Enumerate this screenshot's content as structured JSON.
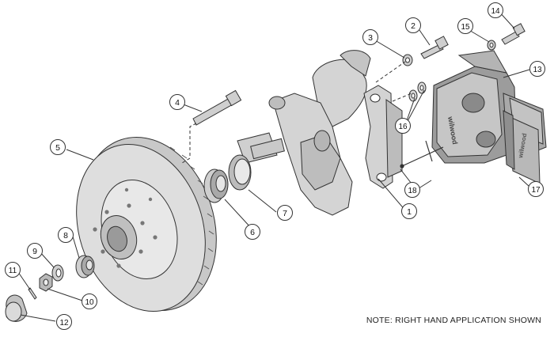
{
  "callouts": [
    {
      "n": "1"
    },
    {
      "n": "2"
    },
    {
      "n": "3"
    },
    {
      "n": "4"
    },
    {
      "n": "5"
    },
    {
      "n": "6"
    },
    {
      "n": "7"
    },
    {
      "n": "8"
    },
    {
      "n": "9"
    },
    {
      "n": "10"
    },
    {
      "n": "11"
    },
    {
      "n": "12"
    },
    {
      "n": "13"
    },
    {
      "n": "14"
    },
    {
      "n": "15"
    },
    {
      "n": "16"
    },
    {
      "n": "17"
    },
    {
      "n": "18"
    }
  ],
  "caliper_logo_text": "wilwood",
  "pad_logo_text": "wilwood",
  "note": "NOTE: RIGHT HAND APPLICATION SHOWN",
  "colors": {
    "line": "#333333",
    "part_fill": "#dcdcdc",
    "shade": "#b9b9b9",
    "dark": "#8e8e8e"
  }
}
